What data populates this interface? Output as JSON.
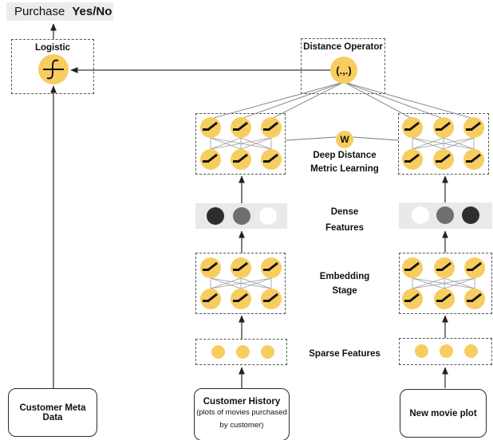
{
  "colors": {
    "node_yellow": "#F8CD5F",
    "bar_gray": "#E9E9E9",
    "dense_dark": "#2E2E2E",
    "dense_mid": "#6F6F6F",
    "dense_white": "#FFFFFF",
    "label_bg": "#ECECEC",
    "line": "#383838"
  },
  "icons": {
    "logistic_node": "sigmoid-icon",
    "hidden_node": "relu-icon"
  },
  "output": {
    "purchase_label": "Purchase",
    "purchase_value": "Yes/No"
  },
  "logistic": {
    "title": "Logistic"
  },
  "distance_operator": {
    "title": "Distance Operator",
    "symbol": "(.,.)"
  },
  "deep_metric": {
    "weight_symbol": "W",
    "label_line1": "Deep Distance",
    "label_line2": "Metric Learning"
  },
  "stage_labels": {
    "dense_line1": "Dense",
    "dense_line2": "Features",
    "embedding_line1": "Embedding",
    "embedding_line2": "Stage",
    "sparse": "Sparse Features"
  },
  "inputs": {
    "customer_meta": "Customer Meta Data",
    "customer_history_title": "Customer History",
    "customer_history_sub1": "(plots of movies purchased",
    "customer_history_sub2": "by customer)",
    "new_movie_plot": "New movie plot"
  }
}
